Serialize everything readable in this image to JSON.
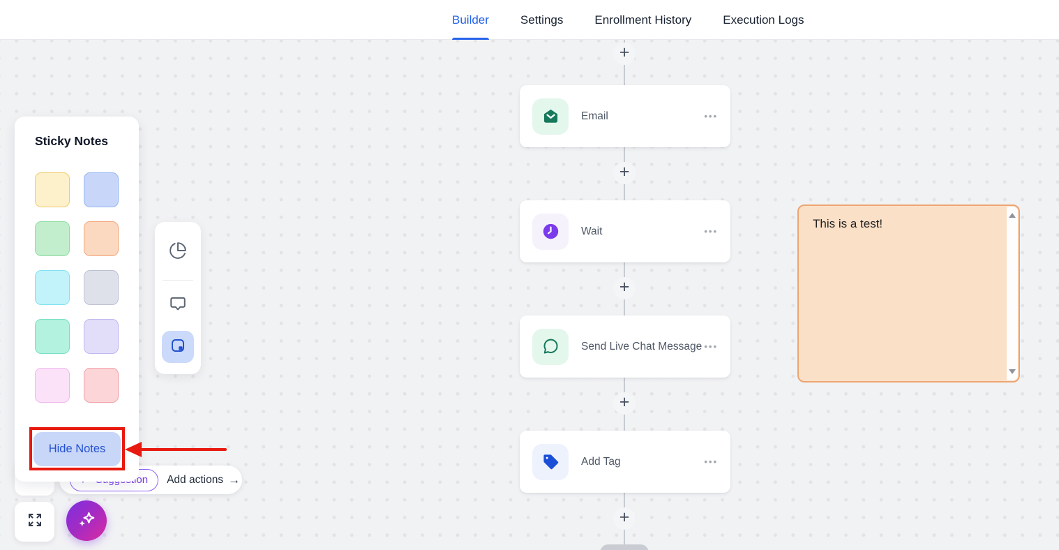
{
  "header": {
    "tabs": [
      {
        "label": "Builder",
        "active": true
      },
      {
        "label": "Settings",
        "active": false
      },
      {
        "label": "Enrollment History",
        "active": false
      },
      {
        "label": "Execution Logs",
        "active": false
      }
    ],
    "active_color": "#2563EB"
  },
  "workflow": {
    "connector_symbol": "+",
    "menu_glyph": "•••",
    "nodes": [
      {
        "label": "Email",
        "icon": "email-icon",
        "icon_color": "#16795B",
        "icon_bg": "#E4F7ED"
      },
      {
        "label": "Wait",
        "icon": "clock-icon",
        "icon_color": "#7B3AEC",
        "icon_bg": "#F5F2FC"
      },
      {
        "label": "Send Live Chat Message",
        "icon": "chat-bubble-icon",
        "icon_color": "#17795B",
        "icon_bg": "#E4F7ED"
      },
      {
        "label": "Add Tag",
        "icon": "tag-icon",
        "icon_color": "#1B4FD8",
        "icon_bg": "#EDF2FC"
      }
    ]
  },
  "sticky_note": {
    "text": "This is a test!",
    "bg": "#FBE0C8",
    "border": "#EDA571"
  },
  "sticky_notes_panel": {
    "title": "Sticky Notes",
    "hide_button_label": "Hide Notes",
    "colors": [
      {
        "name": "yellow",
        "fill": "#FDF1CB",
        "border": "#F0CB72"
      },
      {
        "name": "blue",
        "fill": "#C8D7F9",
        "border": "#97B5F2"
      },
      {
        "name": "green",
        "fill": "#C3EECD",
        "border": "#90DCA2"
      },
      {
        "name": "peach",
        "fill": "#FBD8C0",
        "border": "#F2A97E"
      },
      {
        "name": "cyan",
        "fill": "#C2F3FA",
        "border": "#82E1F0"
      },
      {
        "name": "gray",
        "fill": "#DFE1EA",
        "border": "#BDC1D3"
      },
      {
        "name": "mint",
        "fill": "#B3F2DE",
        "border": "#76E0C3"
      },
      {
        "name": "lavender",
        "fill": "#E2DEF9",
        "border": "#C0B7EF"
      },
      {
        "name": "pink",
        "fill": "#FBE2F9",
        "border": "#F0B8EC"
      },
      {
        "name": "rose",
        "fill": "#FBD5D8",
        "border": "#F1A1A9"
      }
    ]
  },
  "toolbar": {
    "icons": [
      "pie-chart-icon",
      "comment-icon",
      "sticky-note-icon"
    ],
    "selected": "sticky-note-icon",
    "selected_bg": "#CBD9FA",
    "selected_color": "#2451CE"
  },
  "suggestion_bar": {
    "suggestion_label": "Suggestion",
    "add_actions_label": "Add actions",
    "arrow_glyph": "→",
    "accent": "#7C3AED"
  },
  "annotation": {
    "color": "#E8190F"
  }
}
